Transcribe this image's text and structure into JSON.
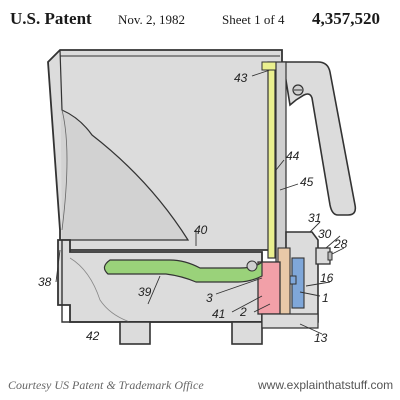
{
  "header": {
    "patent_label": "U.S. Patent",
    "date": "Nov. 2, 1982",
    "sheet": "Sheet 1 of 4",
    "patent_number": "4,357,520"
  },
  "labels": {
    "l43": "43",
    "l44": "44",
    "l45": "45",
    "l31": "31",
    "l30": "30",
    "l28": "28",
    "l40": "40",
    "l38": "38",
    "l39": "39",
    "l16": "16",
    "l3": "3",
    "l1": "1",
    "l41": "41",
    "l2": "2",
    "l42": "42",
    "l13": "13"
  },
  "footer": {
    "credit": "Courtesy US Patent & Trademark Office",
    "site": "www.explainthatstuff.com"
  },
  "colors": {
    "body": "#dcdcdc",
    "outline": "#333333",
    "tube_green": "#9ad27a",
    "riser_yellow": "#eaf08f",
    "heater_pink": "#f2a0a8",
    "block_tan": "#e8c9a8",
    "electrical_blue": "#7fa7d9"
  }
}
